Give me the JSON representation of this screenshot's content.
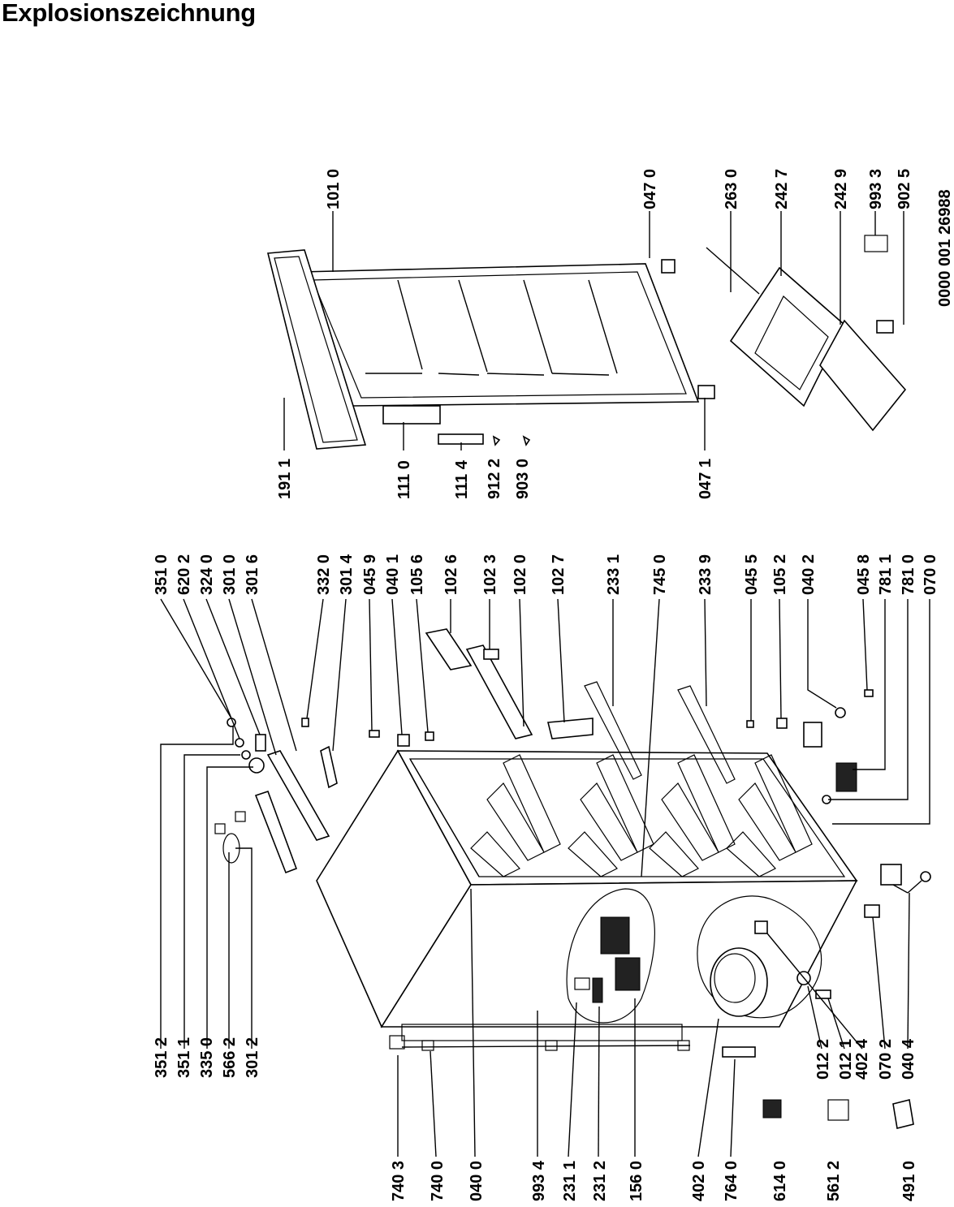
{
  "title": "Explosionszeichnung",
  "drawing_number": "0000 001 26988",
  "labels_left_group": [
    "351 2",
    "351 1",
    "335 0",
    "566 2",
    "301 2"
  ],
  "labels_bottom_left": [
    "740 3",
    "740 0",
    "040 0",
    "993 4",
    "231 1",
    "231 2",
    "156 0",
    "402 0",
    "764 0",
    "614 0",
    "561 2",
    "491 0"
  ],
  "labels_bottom_mid": [
    "012 2",
    "012 1",
    "402 4",
    "070 2",
    "040 4"
  ],
  "labels_top_mid": [
    "351 0",
    "620 2",
    "324 0",
    "301 0",
    "301 6",
    "332 0",
    "301 4",
    "045 9",
    "040 1",
    "105 6",
    "102 6",
    "102 3",
    "102 0",
    "102 7",
    "233 1",
    "745 0",
    "233 9",
    "045 5",
    "105 2",
    "040 2",
    "045 8",
    "781 1",
    "781 0",
    "070 0"
  ],
  "labels_door": [
    "191 1",
    "111 0",
    "111 4",
    "912 2",
    "903 0",
    "047 1"
  ],
  "labels_top_right": [
    "101 0",
    "047 0",
    "263 0",
    "242 7",
    "242 9",
    "993 3",
    "902 5"
  ]
}
